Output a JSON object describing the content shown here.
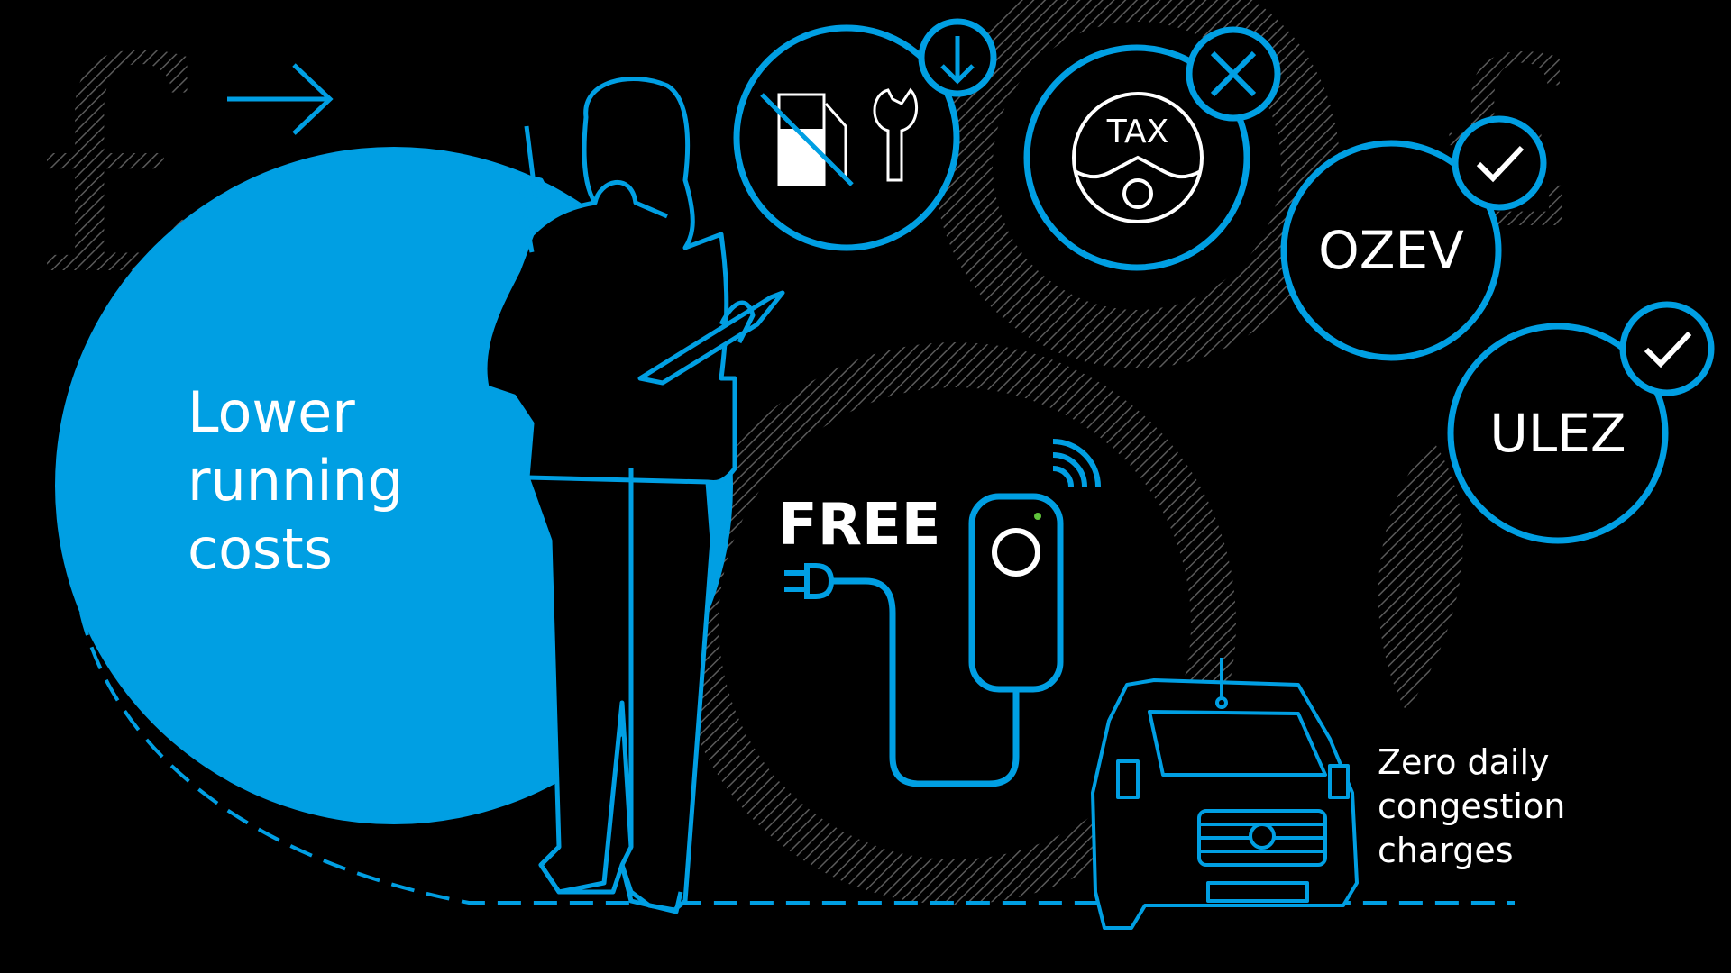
{
  "headline": {
    "lines": [
      "Lower",
      "running",
      "costs"
    ]
  },
  "caption": {
    "lines": [
      "Zero daily",
      "congestion",
      "charges"
    ]
  },
  "badges": {
    "fuel_maintenance": {
      "status_icon": "down-arrow-icon"
    },
    "tax": {
      "label": "TAX",
      "status_icon": "cross-icon"
    },
    "ozev": {
      "label": "OZEV",
      "status_icon": "check-icon"
    },
    "ulez": {
      "label": "ULEZ",
      "status_icon": "check-icon"
    }
  },
  "charger": {
    "label": "FREE"
  },
  "colors": {
    "accent": "#009fe3",
    "background": "#000000",
    "hatch": "#5a5a5a",
    "text": "#ffffff",
    "led": "#5fc33b"
  }
}
